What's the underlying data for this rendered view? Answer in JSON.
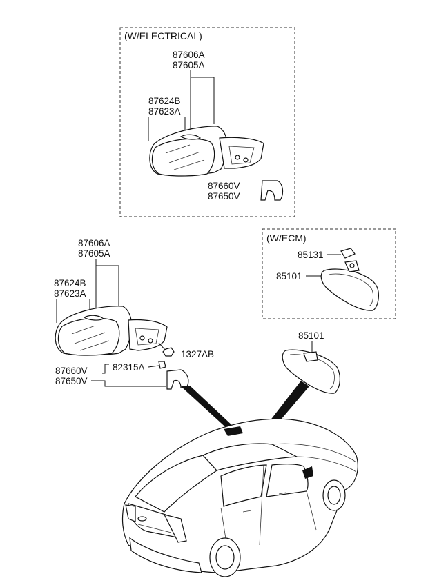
{
  "boxes": {
    "electrical": {
      "title": "(W/ELECTRICAL)"
    },
    "ecm": {
      "title": "(W/ECM)"
    }
  },
  "labels": {
    "el_87606A": "87606A",
    "el_87605A": "87605A",
    "el_87624B": "87624B",
    "el_87623A": "87623A",
    "el_87660V": "87660V",
    "el_87650V": "87650V",
    "std_87606A": "87606A",
    "std_87605A": "87605A",
    "std_87624B": "87624B",
    "std_87623A": "87623A",
    "std_1327AB": "1327AB",
    "std_82315A": "82315A",
    "std_87660V": "87660V",
    "std_87650V": "87650V",
    "ecm_85131": "85131",
    "ecm_85101": "85101",
    "room_85101": "85101"
  }
}
